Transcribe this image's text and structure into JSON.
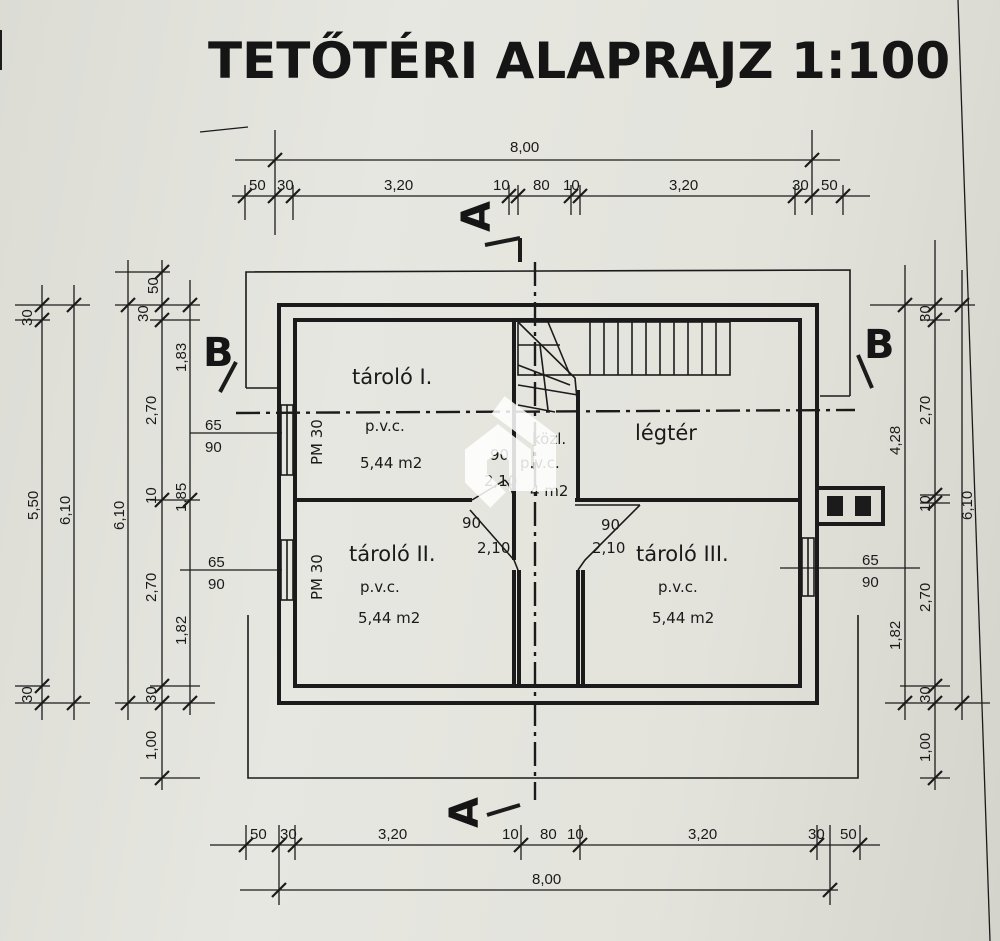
{
  "drawing": {
    "title": "TETŐTÉRI ALAPRAJZ 1:100",
    "section_a": "A",
    "section_b": "B"
  },
  "rooms": {
    "taroló1": {
      "name": "tároló I.",
      "floor": "p.v.c.",
      "area": "5,44 m2"
    },
    "taroló2": {
      "name": "tároló II.",
      "floor": "p.v.c.",
      "area": "5,44 m2"
    },
    "taroló3": {
      "name": "tároló III.",
      "floor": "p.v.c.",
      "area": "5,44 m2"
    },
    "legter": {
      "name": "légtér"
    },
    "kozlekedo": {
      "name": "közl.",
      "floor": "p.v.c.",
      "area": "4 m2"
    }
  },
  "wall_labels": {
    "pm30_top": "PM 30",
    "pm30_bottom": "PM 30"
  },
  "openings": {
    "window_left_top": [
      "65",
      "90"
    ],
    "window_left_bottom": [
      "65",
      "90"
    ],
    "window_right": [
      "65",
      "90"
    ],
    "door1": [
      "90",
      "2,10"
    ],
    "door2": [
      "90",
      "2,10"
    ],
    "door3": [
      "90",
      "2,10"
    ]
  },
  "dimensions": {
    "top_total": "8,00",
    "top_chain": [
      "50",
      "30",
      "3,20",
      "10",
      "80",
      "10",
      "3,20",
      "30",
      "50"
    ],
    "bottom_chain": [
      "50",
      "30",
      "3,20",
      "10",
      "80",
      "10",
      "3,20",
      "30",
      "50"
    ],
    "bottom_total": "8,00",
    "left_outer": [
      "30",
      "5,50",
      "6,10",
      "30"
    ],
    "left_inner_total": "6,10",
    "left_inner_chain": [
      "30",
      "50",
      "1,83",
      "2,70",
      "10",
      "1,85",
      "2,70",
      "1,82",
      "30",
      "1,00"
    ],
    "right_chain": [
      "30",
      "2,70",
      "4,28",
      "10",
      "6,10",
      "2,70",
      "1,82",
      "30",
      "1,00"
    ]
  }
}
